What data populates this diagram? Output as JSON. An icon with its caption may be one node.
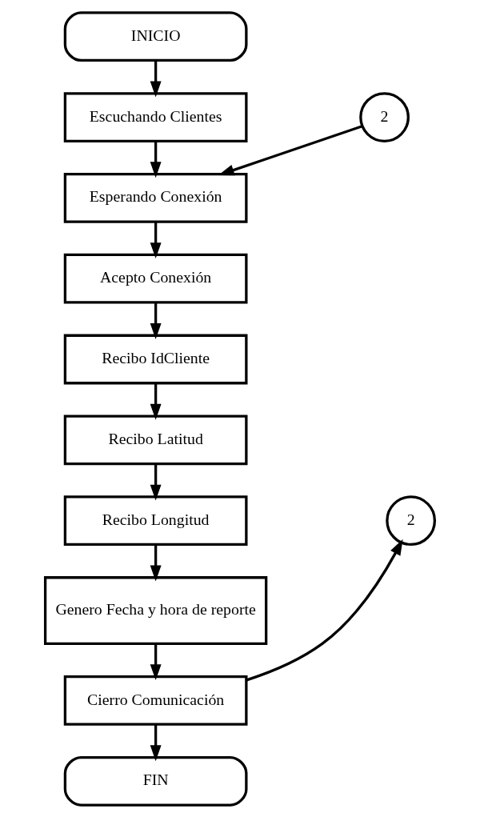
{
  "diagram": {
    "nodes": [
      {
        "text": [
          "INICIO"
        ]
      },
      {
        "text": [
          "Escuchando Clientes"
        ]
      },
      {
        "text": [
          "Esperando Conexión"
        ]
      },
      {
        "text": [
          "Acepto Conexión"
        ]
      },
      {
        "text": [
          "Recibo IdCliente"
        ]
      },
      {
        "text": [
          "Recibo Latitud"
        ]
      },
      {
        "text": [
          "Recibo Longitud"
        ]
      },
      {
        "text": [
          "Genero Fecha y hora de reporte"
        ]
      },
      {
        "text": [
          "Cierro Comunicación"
        ]
      },
      {
        "text": [
          "FIN"
        ]
      },
      {
        "text": [
          "2"
        ]
      },
      {
        "text": [
          "2"
        ]
      }
    ],
    "edges": [
      {
        "from": 0,
        "to": 1,
        "arrow": "to"
      },
      {
        "from": 1,
        "to": 2,
        "arrow": "to"
      },
      {
        "from": 10,
        "to": 2,
        "arrow": "to"
      },
      {
        "from": 2,
        "to": 3,
        "arrow": "to"
      },
      {
        "from": 3,
        "to": 4,
        "arrow": "to"
      },
      {
        "from": 4,
        "to": 5,
        "arrow": "to"
      },
      {
        "from": 5,
        "to": 6,
        "arrow": "to"
      },
      {
        "from": 6,
        "to": 7,
        "arrow": "to"
      },
      {
        "from": 7,
        "to": 8,
        "arrow": "to"
      },
      {
        "from": 8,
        "to": 9,
        "arrow": "to"
      },
      {
        "from": 8,
        "to": 11,
        "arrow": "to"
      }
    ]
  }
}
